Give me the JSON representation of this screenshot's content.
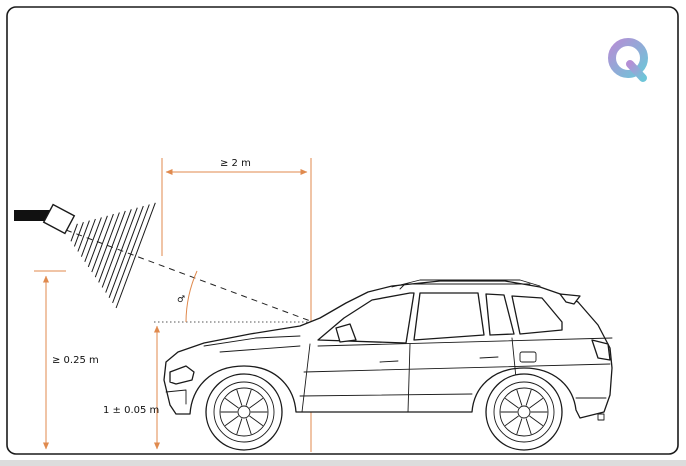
{
  "labels": {
    "distance": "≥ 2 m",
    "sensor_height": "≥ 0.25 m",
    "target_height": "1 ± 0.05 m",
    "angle_symbol": "♂"
  },
  "colors": {
    "dimension": "#e08a4e",
    "frame": "#1a1a1a",
    "logo_gradient_start": "#b48fd6",
    "logo_gradient_end": "#6ec5d8",
    "footer_bar": "#dcdcdc"
  },
  "icons": {
    "logo": "q-ring-logo",
    "sensor": "radar-sensor-icon",
    "vehicle": "suv-side-view"
  }
}
